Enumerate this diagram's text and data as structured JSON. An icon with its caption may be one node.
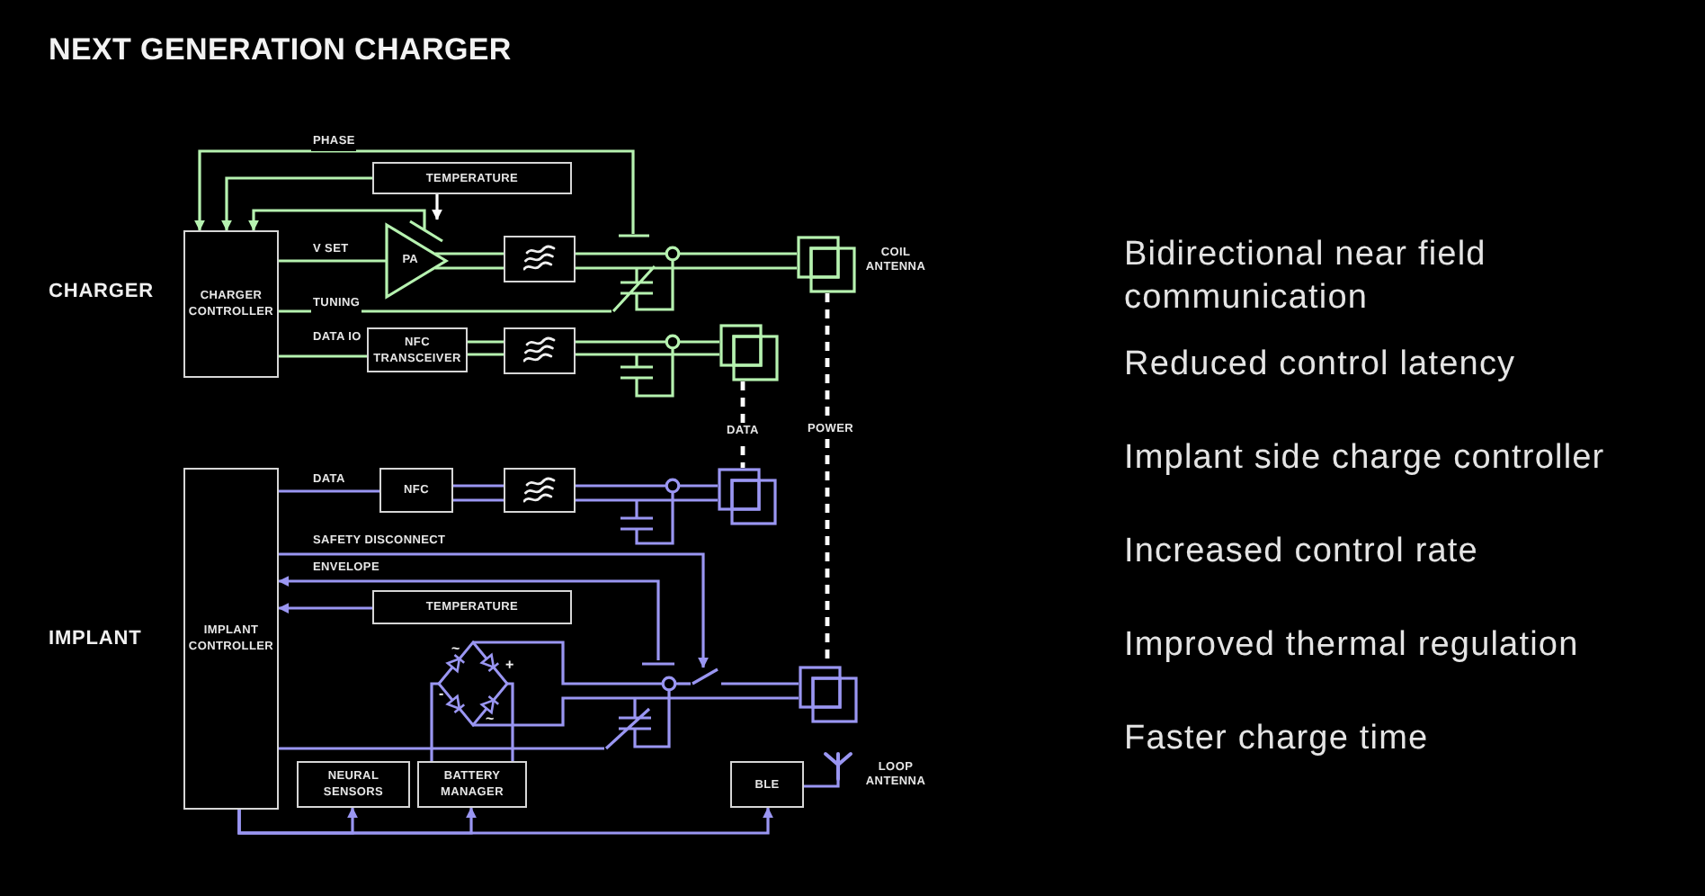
{
  "diagram": {
    "title": "NEXT GENERATION CHARGER",
    "nodes": [
      {
        "text": [
          "CHARGER CONTROLLER"
        ]
      },
      {
        "text": [
          "TEMPERATURE"
        ]
      },
      {
        "text": [
          "PA"
        ]
      },
      {
        "text": [],
        "shape": "box"
      },
      {
        "text": [
          "NFC TRANSCEIVER"
        ]
      },
      {
        "text": [],
        "shape": "box"
      },
      {
        "text": [],
        "shape": "coil",
        "beside": [
          "COIL ANTENNA"
        ]
      },
      {
        "text": [],
        "shape": "coil"
      },
      {
        "text": [
          "IMPLANT CONTROLLER"
        ]
      },
      {
        "text": [
          "NFC"
        ]
      },
      {
        "text": [],
        "shape": "box"
      },
      {
        "text": [],
        "shape": "coil"
      },
      {
        "text": [
          "TEMPERATURE"
        ]
      },
      {
        "text": [],
        "shape": "diamond",
        "beside": [
          "~",
          "+",
          "-",
          "~"
        ]
      },
      {
        "text": [],
        "shape": "coil"
      },
      {
        "text": [
          "NEURAL SENSORS"
        ]
      },
      {
        "text": [
          "BATTERY MANAGER"
        ]
      },
      {
        "text": [
          "BLE"
        ]
      },
      {
        "text": [],
        "shape": "antenna",
        "beside": [
          "LOOP ANTENNA"
        ]
      },
      {
        "text": [],
        "shape": "capacitor"
      },
      {
        "text": [],
        "shape": "capacitor"
      },
      {
        "text": [],
        "shape": "switch"
      }
    ],
    "edges": [
      {
        "from": 19,
        "to": 0,
        "arrow": "to",
        "label": "PHASE",
        "color": "#b6f2b0"
      },
      {
        "from": 1,
        "to": 0,
        "arrow": "to",
        "color": "#b6f2b0"
      },
      {
        "from": 2,
        "to": 0,
        "arrow": "to",
        "color": "#b6f2b0"
      },
      {
        "from": 1,
        "to": 2,
        "arrow": "to",
        "color": "#ffffff"
      },
      {
        "from": 0,
        "to": 2,
        "arrow": "none",
        "label": "V SET",
        "color": "#b6f2b0"
      },
      {
        "from": 2,
        "to": 3,
        "arrow": "none",
        "color": "#b6f2b0"
      },
      {
        "from": 3,
        "to": 19,
        "arrow": "none",
        "color": "#b6f2b0"
      },
      {
        "from": 19,
        "to": 6,
        "arrow": "none",
        "color": "#b6f2b0"
      },
      {
        "from": 0,
        "to": 19,
        "arrow": "none",
        "label": "TUNING",
        "color": "#b6f2b0"
      },
      {
        "from": 0,
        "to": 4,
        "arrow": "none",
        "label": "DATA IO",
        "color": "#b6f2b0"
      },
      {
        "from": 4,
        "to": 5,
        "arrow": "none",
        "color": "#b6f2b0"
      },
      {
        "from": 5,
        "to": 7,
        "arrow": "none",
        "color": "#b6f2b0"
      },
      {
        "from": 7,
        "to": 11,
        "arrow": "none",
        "label": "DATA",
        "style": "dashed",
        "color": "#ffffff"
      },
      {
        "from": 6,
        "to": 14,
        "arrow": "none",
        "label": "POWER",
        "style": "dashed",
        "color": "#ffffff"
      },
      {
        "from": 8,
        "to": 9,
        "arrow": "none",
        "label": "DATA"
      },
      {
        "from": 9,
        "to": 10,
        "arrow": "none"
      },
      {
        "from": 10,
        "to": 11,
        "arrow": "none"
      },
      {
        "from": 8,
        "to": 21,
        "arrow": "to",
        "label": "SAFETY DISCONNECT"
      },
      {
        "from": 20,
        "to": 8,
        "arrow": "to",
        "label": "ENVELOPE"
      },
      {
        "from": 12,
        "to": 8,
        "arrow": "to"
      },
      {
        "from": 13,
        "to": 20,
        "arrow": "none"
      },
      {
        "from": 20,
        "to": 21,
        "arrow": "none"
      },
      {
        "from": 20,
        "to": 14,
        "arrow": "none"
      },
      {
        "from": 21,
        "to": 14,
        "arrow": "none"
      },
      {
        "from": 13,
        "to": 16,
        "arrow": "none"
      },
      {
        "from": 8,
        "to": 20,
        "arrow": "none"
      },
      {
        "from": 8,
        "to": 15,
        "arrow": "to"
      },
      {
        "from": 8,
        "to": 16,
        "arrow": "to"
      },
      {
        "from": 8,
        "to": 17,
        "arrow": "to"
      },
      {
        "from": 17,
        "to": 18,
        "arrow": "none"
      }
    ],
    "labels": [
      "CHARGER",
      "IMPLANT",
      "Bidirectional near field communication",
      "Reduced control latency",
      "Implant side charge controller",
      "Increased control rate",
      "Improved thermal regulation",
      "Faster charge time"
    ]
  }
}
